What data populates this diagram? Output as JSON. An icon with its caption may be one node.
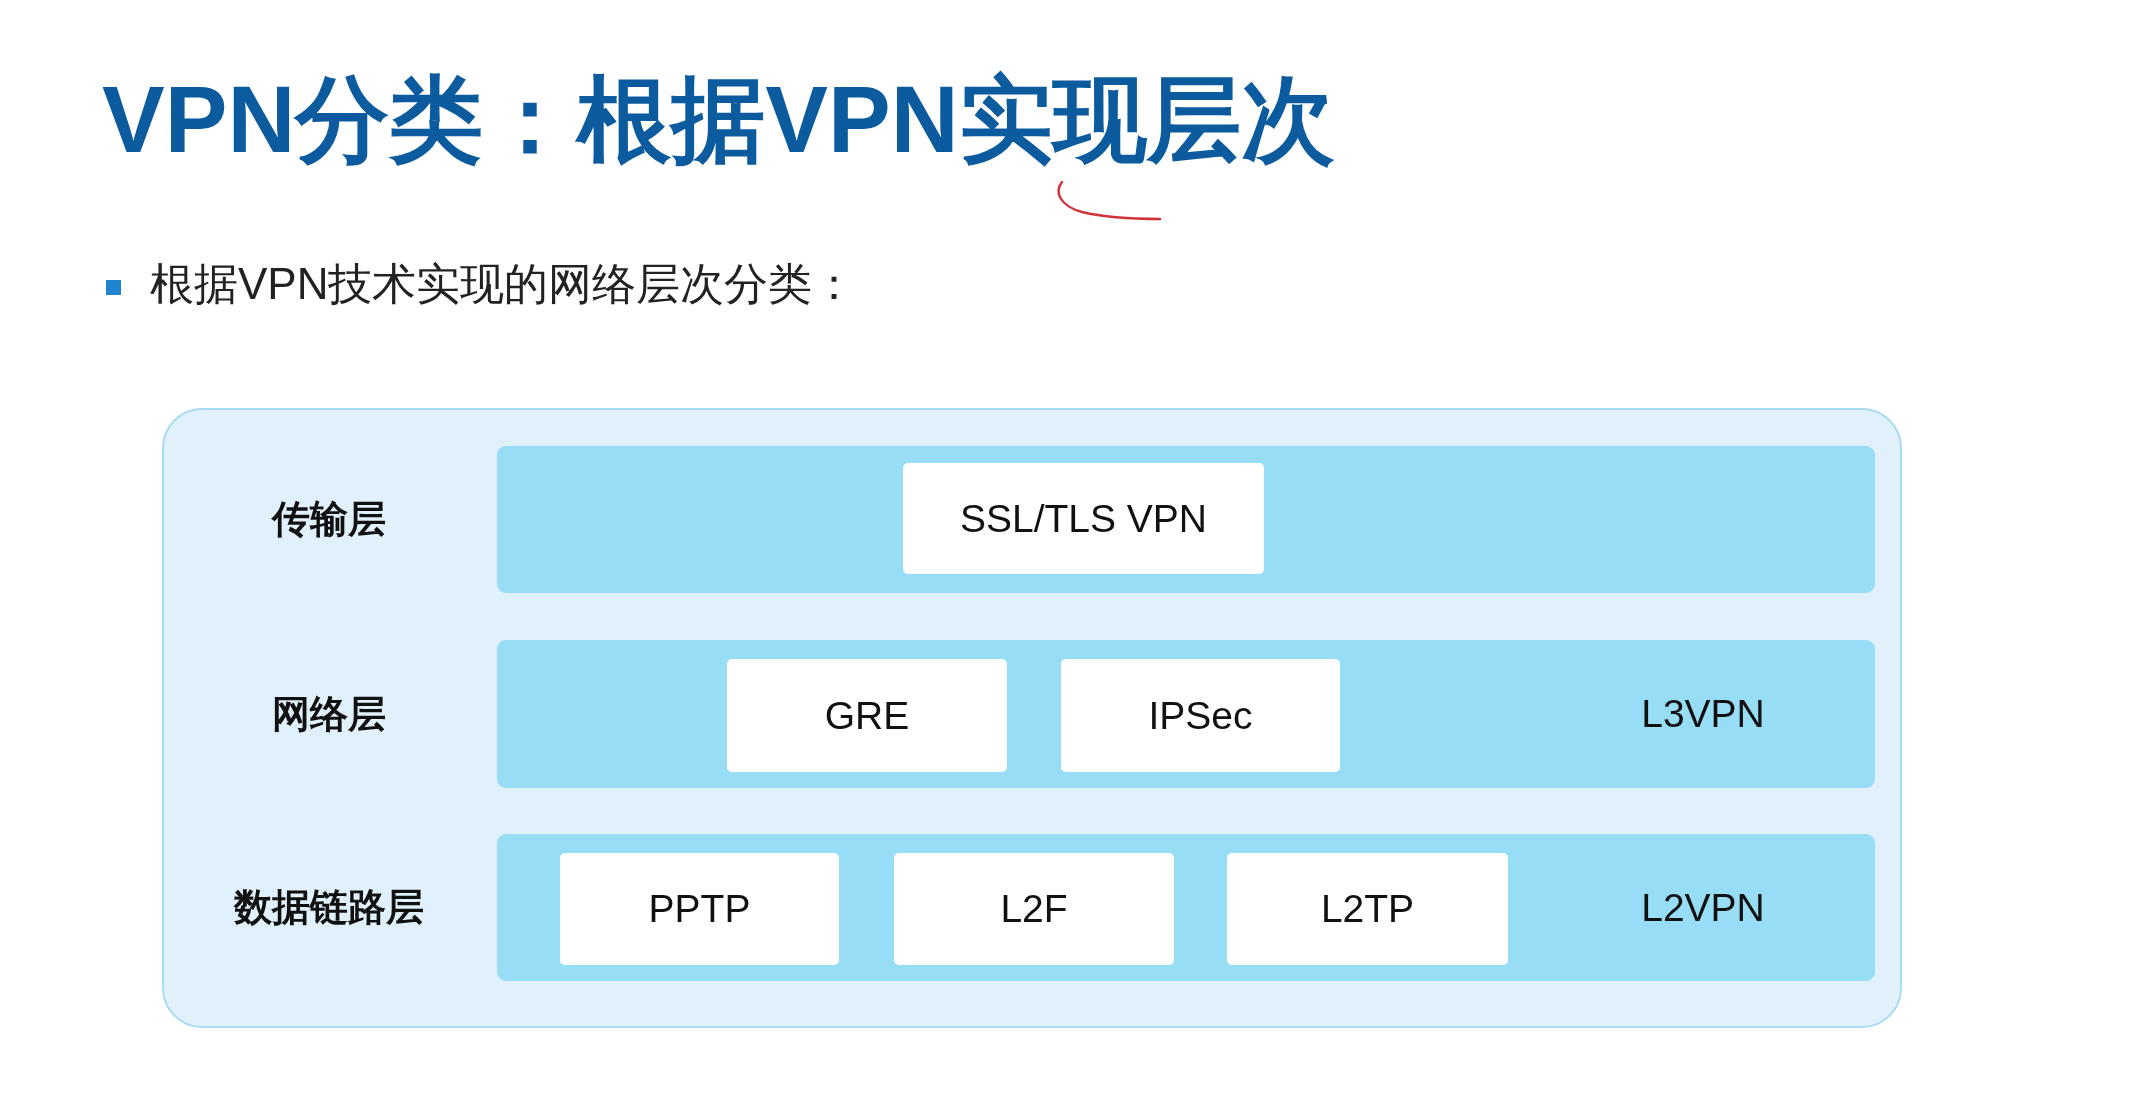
{
  "diagram": {
    "title": "VPN分类：根据VPN实现层次",
    "nodes": [
      {
        "text": [],
        "shape": "box"
      },
      {
        "text": [
          "传输层"
        ],
        "in": 0
      },
      {
        "text": [
          "SSL/TLS VPN"
        ],
        "in": 1
      },
      {
        "text": [
          "网络层",
          "L3VPN"
        ],
        "in": 0
      },
      {
        "text": [
          "GRE"
        ],
        "in": 3
      },
      {
        "text": [
          "IPSec"
        ],
        "in": 3
      },
      {
        "text": [
          "数据链路层",
          "L2VPN"
        ],
        "in": 0
      },
      {
        "text": [
          "PPTP"
        ],
        "in": 6
      },
      {
        "text": [
          "L2F"
        ],
        "in": 6
      },
      {
        "text": [
          "L2TP"
        ],
        "in": 6
      }
    ],
    "labels": [
      "根据VPN技术实现的网络层次分类："
    ]
  }
}
